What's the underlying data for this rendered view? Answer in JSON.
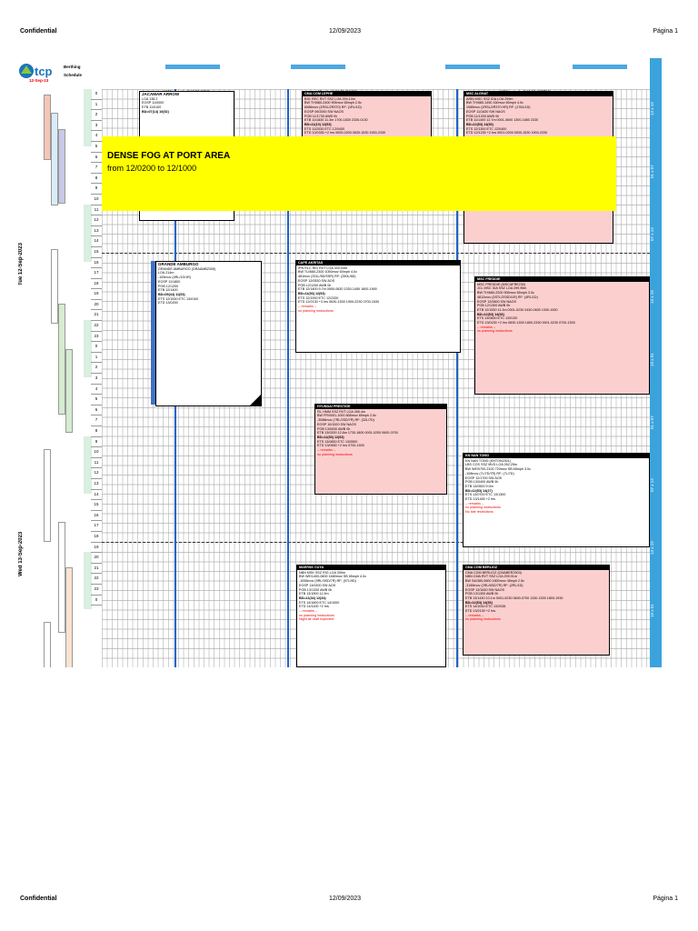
{
  "header": {
    "left": "Confidential",
    "center": "12/09/2023",
    "right": "Página 1"
  },
  "footer": {
    "left": "Confidential",
    "center": "12/09/2023",
    "right": "Página 1"
  },
  "schedule": {
    "logo_text": "tcp",
    "title_line1": "Berthing",
    "title_line2": "Schedule",
    "date": "12-Sep-23",
    "days": [
      "Tue 12-Sep-2023",
      "Wed 13-Sep-2023"
    ],
    "hours_day1": [
      "0",
      "1",
      "2",
      "3",
      "4",
      "5",
      "6",
      "7",
      "8",
      "9",
      "10",
      "11",
      "12",
      "13",
      "14",
      "15",
      "16",
      "17",
      "18",
      "19",
      "20",
      "21",
      "22",
      "23"
    ],
    "hours_day2": [
      "0",
      "1",
      "2",
      "3",
      "4",
      "5",
      "6",
      "7",
      "8",
      "9",
      "10",
      "11",
      "12",
      "13",
      "14",
      "15",
      "16",
      "17",
      "18",
      "19",
      "20",
      "21",
      "22",
      "23",
      "0"
    ],
    "shift_labels": [
      "13 x 19",
      "01 x 07",
      "07 x 13",
      "13 x 19",
      "19 x 01",
      "01 x 07",
      "07 x 13",
      "13 x 19",
      "19 x 01"
    ],
    "top_labels": [
      "#215 max draft 12.50 (M/M)",
      "Max draft 12.50 (16.20)",
      "#218 max draft 12.50 (Y/ERM)"
    ],
    "fog": {
      "line1": "DENSE FOG AT PORT AREA",
      "line2": "from 12/0200 to 12/1000"
    }
  },
  "ships": [
    {
      "id": "jacamar",
      "title": "JACAMAR ARROW",
      "lines": [
        "LOA 138.2",
        "EOSP 11/0000",
        "ETB 11/0100",
        "BD=07(14) 10(52)"
      ],
      "red": []
    },
    {
      "id": "cma1",
      "title": "CMA CGM LEPHE",
      "lines": [
        "BS1 REC RVT SSZ LOA 294.10m",
        "BW TH/680-2400 905mov 65mph 2.5c",
        "6086mov (1RSL/2R370) RF: (1RL/1D)",
        "EOSP 09/2000 SW NAOS",
        "POB 11/1730 AWB 0h",
        "ETB 11/1830 11.3m 1700-1830 2330-0130",
        "BD=11(10) 12(53)",
        "ETS 11/2030 ETC 12/0400",
        "ETD 12/0330 +2 hrs 0000-0200 0630-1530 1930-2330",
        "-- remarks --"
      ],
      "red": [
        "SW NAOS",
        "1700-1830",
        "0630-1530",
        "-- remarks --"
      ]
    },
    {
      "id": "msc1",
      "title": "MSC ALGHAT",
      "lines": [
        "ARBI MSC SSZ IDA LOA 299m",
        "BW TH/680-1450 160mov 65mph 4.0c",
        "1085mov (1RSL/2R370 HR) RF: (1781/1D)",
        "EOSP 11/1630 SW NAOS",
        "POB 11/1200 AWB 0h",
        "ETB 11/1400 12.7m 0001-0600 1300-1650 2330",
        "BD=12(53) 14(53)",
        "ETS 12/1300 ETC 12/0400",
        "ETD 12/1230 +2 hrs 0001-0200 0530-1530 1900-2330",
        "-- remarks --"
      ],
      "red": [
        "SW NAOS",
        "1300-1650",
        "0530-1530",
        "-- remarks --"
      ]
    },
    {
      "id": "grande",
      "title": "GRANDE AMBURGO",
      "lines": [
        "GRANDE AMBURGO (GRAAMB2305)",
        "LOA 214m",
        "-105mov (4RL/1D/1R)",
        "EOSP 11/1800",
        "POB 12/1200",
        "ETB 12/1400",
        "BD=09(44) 11(53)",
        "ETS 12/1530 ETC 13/0100",
        "ETD 13/0200"
      ],
      "red": []
    },
    {
      "id": "cape",
      "title": "CAPE AKRITAS",
      "lines": [
        "IPN RLC RIG RVT LOA 330.04m",
        "BW TU/680-2300 1050mov 50mph 4.0c",
        "481mov (331L/5D/SSR) RF: (250L/6D)",
        "EOSP 12/0530 SW AOS",
        "POB 12/1200 AWB 0h",
        "ETB 12/1400 9.7m 0500-0630 1330-1450 1800-1900",
        "BD=11(53) 12(53)",
        "ETS 12/1930 ETC 12/2330",
        "ETD 12/2130 +3 hrs 0630-1530 1900-2230 0700-1530",
        "-- remarks --",
        "no planning instructions"
      ],
      "red": [
        "1330-1450",
        "1900-2230",
        "-- remarks --",
        "no planning instructions"
      ]
    },
    {
      "id": "msc2",
      "title": "MSC FREDDIE",
      "lines": [
        "MSC FREDDIE (MSCAFRE230)",
        "JCL MSC IDA SSZ LOA 299.95m",
        "BW TH/680-2200 905mov 65mph 3.0c",
        "4812mov (3STL/2SSD/1R) RF: (4RL/1D)",
        "EOSP 12/0600 SW NAOS",
        "POB 12/1300 AWB 0h",
        "ETB 12/1530 11.3m 0001-0230 0430-0630 1300-1530",
        "BD=12(53) 14(53)",
        "ETS 13/0830 ETC 13/0130",
        "ETD 13/0230 +2 hrs 0830-1530 1800-2330 0001-0230 0700-1530",
        "-- remarks --",
        "no planning instructions"
      ],
      "red": [
        "SW NAOS",
        "1300-1530",
        "0001-0230",
        "-- remarks --",
        "no planning instructions"
      ]
    },
    {
      "id": "hyundai",
      "title": "HYUNDAI PRESTIGE",
      "lines": [
        "FIL HMM SSZ RVT LOA 265.4m",
        "BW FR/0001-1000 808mov 65mph 2.5c",
        "-3086mov (7RL/2SD/7R) RF: (32L/7D)",
        "EOSP 10/1520 SW NAOS",
        "POB 13/0030 AWB 0h",
        "ETB 13/0200 12.8m 1730-1800 0001-0200 0600-0700",
        "BD=11(53) 12(53)",
        "ETS 13/0830 ETC 13/0500",
        "ETD 13/0830 +2 hrs 0700-1530",
        "-- remarks --",
        "no planning instructions"
      ],
      "red": [
        "SW NAOS",
        "0001-0200",
        "0700-1530",
        "-- remarks --",
        "no planning instructions"
      ]
    },
    {
      "id": "kn",
      "title": "KN NAN TONG",
      "lines": [
        "KN NAN TONG (KNTON2301)",
        "LBS COS SSZ MVD LOA 262.25m",
        "BW WE/0700-2100 720mov SB 65mph 3.0c",
        "-108mov (7L/7D/7R) RF: (7L/7D)",
        "EOSP 12/1700 SW AOS",
        "POB 13/0400 AWB 0h",
        "ETB 13/0500 9.0m",
        "BD=12(53) 14(27)",
        "ETS 13/0700 ETC 13/1300",
        "ETD 13/1400 +2 hrs",
        "-- remarks --",
        "no planning instructions",
        "No tide restrictions"
      ],
      "red": [
        "-- remarks --",
        "no planning instructions",
        "No tide restrictions"
      ]
    },
    {
      "id": "maersk",
      "title": "MAERSK CUYA",
      "lines": [
        "NBN MSK SSZ RIG LOA 300m",
        "BW WE/1400-0600 1680mov SB 65mph 4.0c",
        "-1055mov (9RL/9SD/7R) RF: (97L/9D)",
        "EOSP 13/0200 SW AOS",
        "POB 13/1330 AWB 0h",
        "ETB 13/1500 11.9m",
        "BD=11(34) 12(34)",
        "ETS 14/1600 ETC 14/1000",
        "ETD 14/1100 +2 hrs",
        "-- remarks --",
        "no planning instructions",
        "Night air draft expected"
      ],
      "red": [
        "1330-1650",
        "-- remarks --",
        "no planning instructions",
        "Night air draft expected"
      ]
    },
    {
      "id": "cma2",
      "title": "CMA CGM BERLIOZ",
      "lines": [
        "CMA CGM BERLIOZ (CMABER2303)",
        "NBN CMA RVT SSZ LOA 299.91m",
        "BW SA/380-0600 1800mov 45mph 2.5c",
        "-3189mov (2RL/6SD/7R) RF: (2RL/1D)",
        "EOSP 13/1630 SW NAOS",
        "POB 13/1300 AWB 0h",
        "ETB 13/1430 10.1m 0001-0230 0600-0700 1330-1530 1800-1930",
        "BD=12(53) 14(53)",
        "ETS 14/1030 ETC 13/2038",
        "ETD 13/2130 +2 hrs",
        "-- remarks --",
        "no planning instructions"
      ],
      "red": [
        "SW NAOS",
        "1330-1530",
        "-- remarks --",
        "no planning instructions"
      ]
    }
  ]
}
